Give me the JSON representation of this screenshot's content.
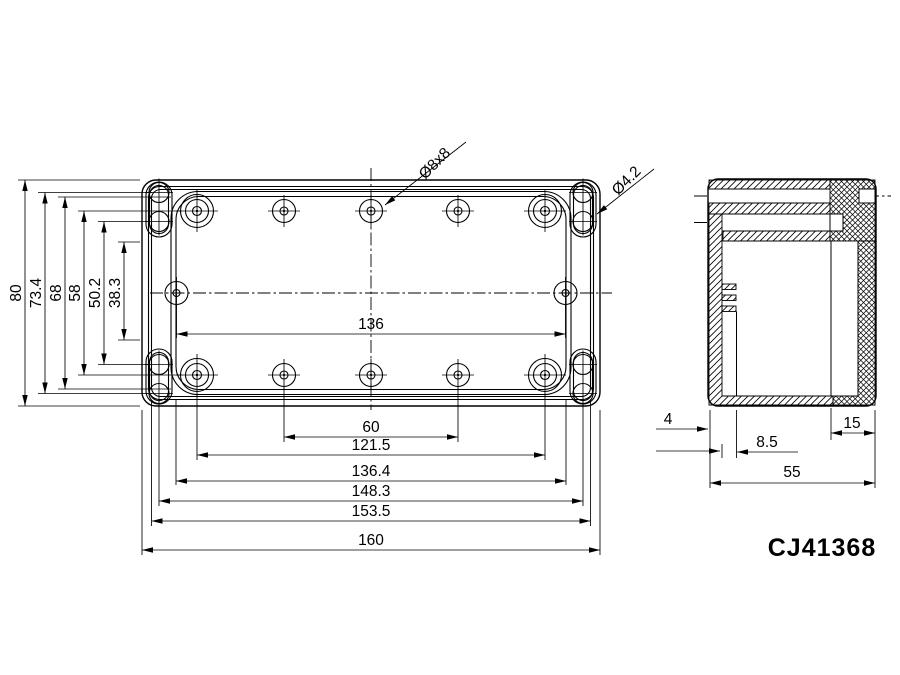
{
  "drawing": {
    "part_number": "CJ41368",
    "front_view": {
      "dim_v_80": "80",
      "dim_v_73_4": "73.4",
      "dim_v_68": "68",
      "dim_v_58": "58",
      "dim_v_50_2": "50.2",
      "dim_v_38_3": "38.3",
      "dim_h_136": "136",
      "dim_h_60": "60",
      "dim_h_121_5": "121.5",
      "dim_h_136_4": "136.4",
      "dim_h_148_3": "148.3",
      "dim_h_153_5": "153.5",
      "dim_h_160": "160",
      "leader_boss_hole": "Ø8x8",
      "leader_corner_hole": "Ø4.2"
    },
    "side_view": {
      "dim_4": "4",
      "dim_8_5": "8.5",
      "dim_15": "15",
      "dim_55": "55"
    },
    "colors": {
      "line": "#000000",
      "background": "#ffffff"
    }
  }
}
